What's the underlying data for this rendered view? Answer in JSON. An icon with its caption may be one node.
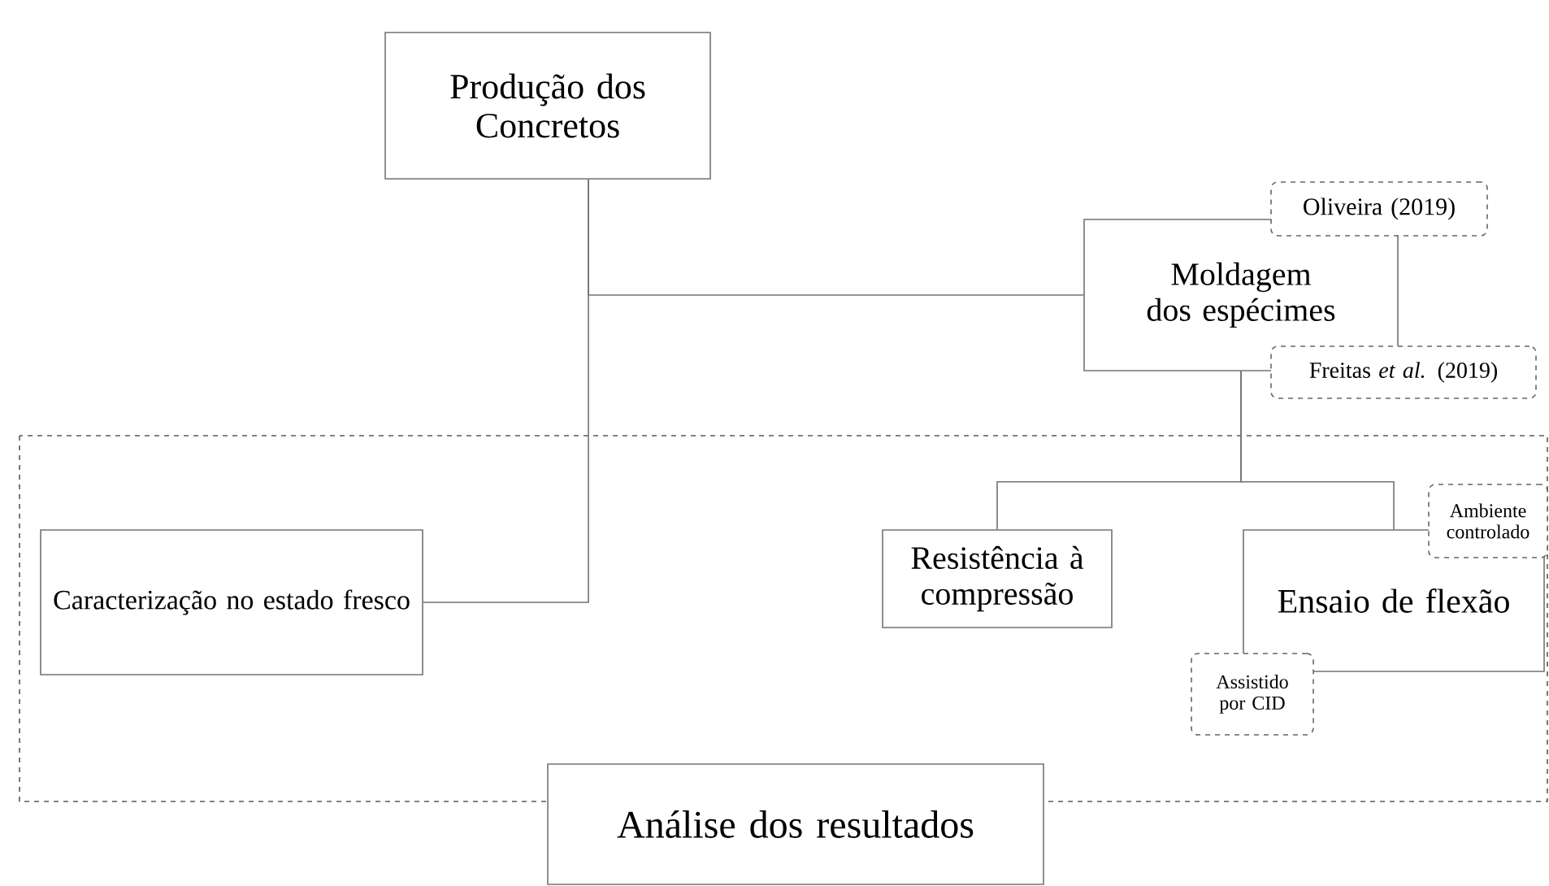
{
  "diagram": {
    "nodes": [
      {
        "text": [
          "Produção dos Concretos"
        ]
      },
      {
        "text": [
          "Moldagem dos espécimes"
        ]
      },
      {
        "text": [
          "Oliveira (2019)"
        ]
      },
      {
        "text": [
          "Freitas *et al.* (2019)"
        ]
      },
      {
        "text": [
          "Caracterização no estado fresco"
        ]
      },
      {
        "text": [
          "Resistência à compressão"
        ]
      },
      {
        "text": [
          "Ensaio de flexão"
        ]
      },
      {
        "text": [
          "Ambiente controlado"
        ]
      },
      {
        "text": [
          "Assistido por CID"
        ]
      },
      {
        "text": [
          "Análise dos resultados"
        ]
      }
    ],
    "edges": [
      {
        "from": 0,
        "to": 4,
        "arrow": "none"
      },
      {
        "from": 0,
        "to": 1,
        "arrow": "none"
      },
      {
        "from": 1,
        "to": 5,
        "arrow": "none"
      },
      {
        "from": 1,
        "to": 6,
        "arrow": "none"
      }
    ]
  }
}
